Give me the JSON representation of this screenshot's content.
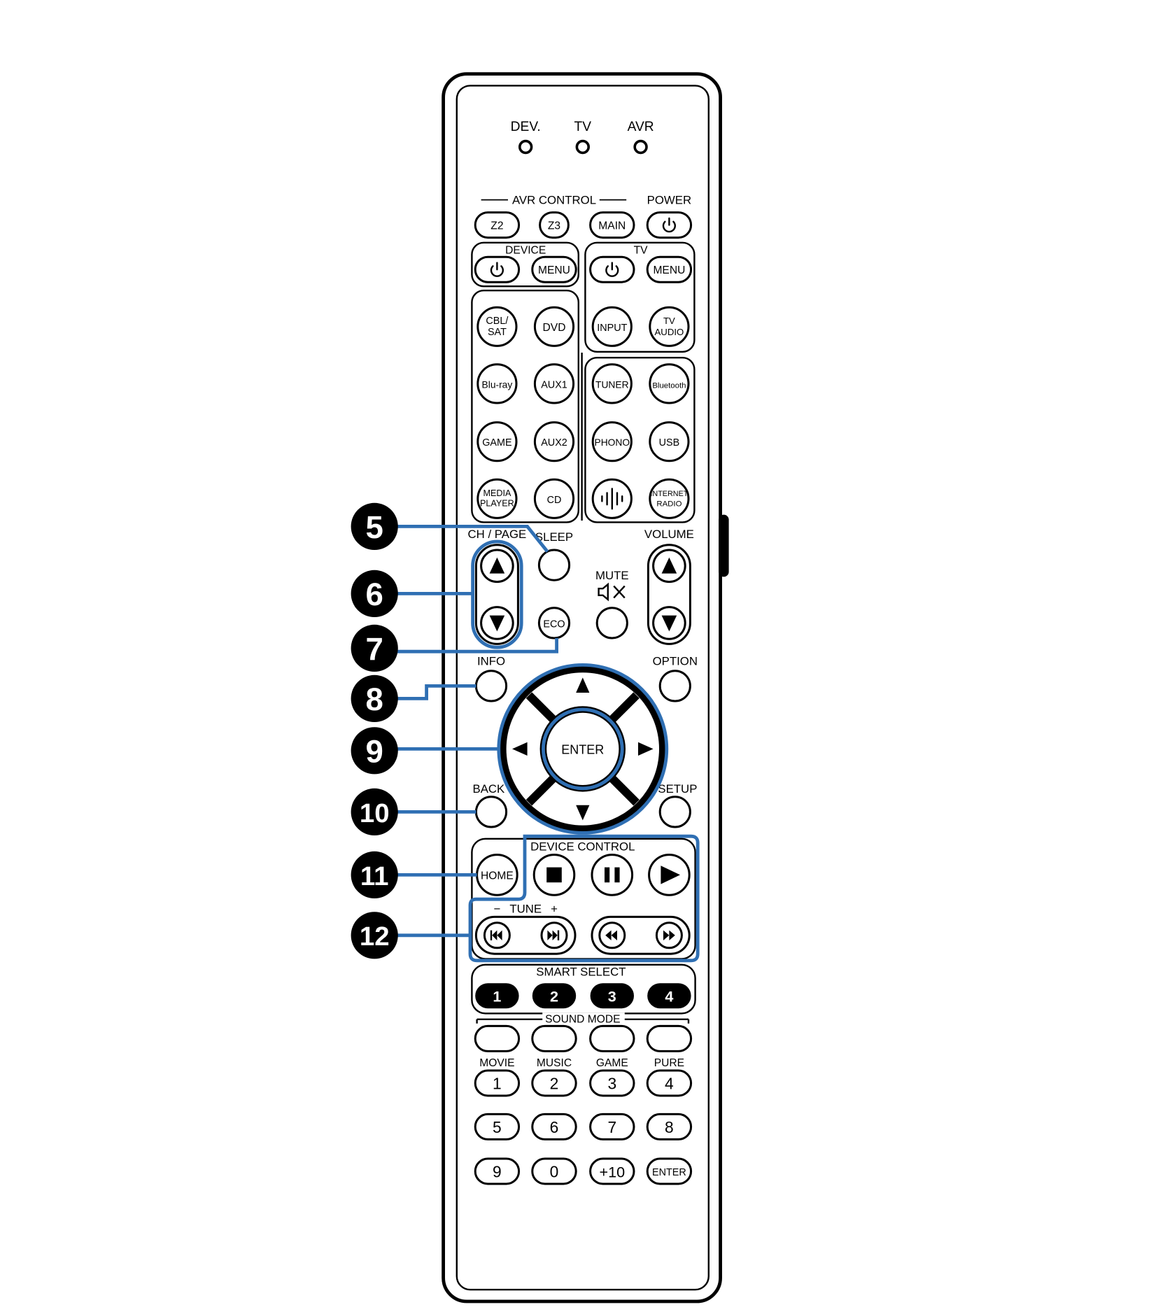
{
  "colors": {
    "outline": "#000000",
    "highlight": "#2f6fb3",
    "background": "#ffffff"
  },
  "indicators": {
    "dev": "DEV.",
    "tv": "TV",
    "avr": "AVR"
  },
  "avr_control": {
    "heading": "AVR CONTROL",
    "z2": "Z2",
    "z3": "Z3",
    "main": "MAIN",
    "power_heading": "POWER",
    "power_icon": "power-icon"
  },
  "device_group": {
    "heading": "DEVICE",
    "menu": "MENU",
    "power_icon": "power-icon"
  },
  "tv_group": {
    "heading": "TV",
    "menu": "MENU",
    "input": "INPUT",
    "tv_audio_line1": "TV",
    "tv_audio_line2": "AUDIO",
    "power_icon": "power-icon"
  },
  "sources": {
    "cbl_sat_line1": "CBL/",
    "cbl_sat_line2": "SAT",
    "dvd": "DVD",
    "bluray": "Blu-ray",
    "aux1": "AUX1",
    "game": "GAME",
    "aux2": "AUX2",
    "media_player_line1": "MEDIA",
    "media_player_line2": "PLAYER",
    "cd": "CD",
    "tuner": "TUNER",
    "bluetooth": "Bluetooth",
    "phono": "PHONO",
    "usb": "USB",
    "heos_icon": "heos-icon",
    "internet_radio_line1": "INTERNET",
    "internet_radio_line2": "RADIO"
  },
  "middle": {
    "ch_page": "CH / PAGE",
    "sleep": "SLEEP",
    "mute": "MUTE",
    "mute_icon": "speaker-mute-icon",
    "volume": "VOLUME",
    "eco": "ECO",
    "info": "INFO",
    "option": "OPTION",
    "enter": "ENTER",
    "back": "BACK",
    "setup": "SETUP"
  },
  "playback": {
    "device_control": "DEVICE CONTROL",
    "home": "HOME",
    "tune_minus": "−",
    "tune": "TUNE",
    "tune_plus": "+",
    "stop_icon": "stop-icon",
    "pause_icon": "pause-icon",
    "play_icon": "play-icon",
    "prev_icon": "skip-back-icon",
    "next_icon": "skip-forward-icon",
    "rewind_icon": "rewind-icon",
    "fastforward_icon": "fast-forward-icon"
  },
  "smart_select": {
    "heading": "SMART SELECT",
    "buttons": [
      "1",
      "2",
      "3",
      "4"
    ]
  },
  "sound_mode": {
    "heading": "SOUND MODE",
    "labels": [
      "MOVIE",
      "MUSIC",
      "GAME",
      "PURE"
    ]
  },
  "numpad": [
    "1",
    "2",
    "3",
    "4",
    "5",
    "6",
    "7",
    "8",
    "9",
    "0",
    "+10",
    "ENTER"
  ],
  "callouts": [
    "5",
    "6",
    "7",
    "8",
    "9",
    "10",
    "11",
    "12"
  ]
}
